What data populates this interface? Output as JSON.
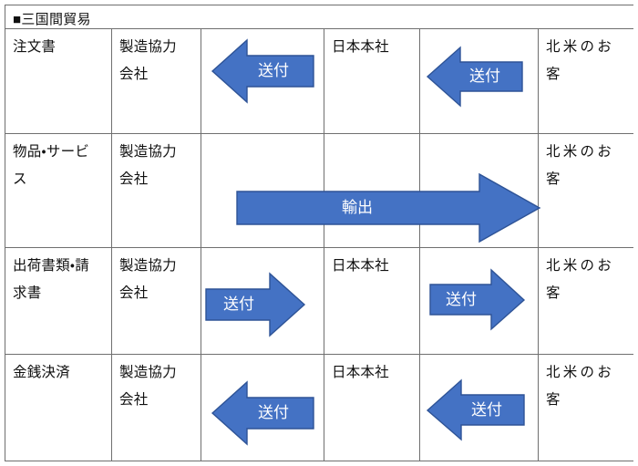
{
  "document": {
    "title": "■三国間貿易",
    "title_marker": "■",
    "title_text": "三国間貿易"
  },
  "colors": {
    "arrow_fill": "#4472C4",
    "arrow_stroke": "#2E5396",
    "table_border": "#6F6F6F",
    "text": "#111111",
    "arrow_label_text": "#FFFFFF",
    "background": "#FFFFFF"
  },
  "table": {
    "column_count": 6,
    "rows": [
      {
        "name": "order-form",
        "label": "注文書",
        "party_left": "製造協力会社",
        "party_middle": "日本本社",
        "party_right": "北米のお客",
        "arrows": [
          {
            "label": "送付",
            "direction": "left",
            "cell": "c3"
          },
          {
            "label": "送付",
            "direction": "left",
            "cell": "c5"
          }
        ]
      },
      {
        "name": "goods-and-services",
        "label": "物品・サービス",
        "party_left": "製造協力会社",
        "party_middle": "",
        "party_right": "北米のお客",
        "arrows": [
          {
            "label": "輸出",
            "direction": "right",
            "cell": "span-c3-c5"
          }
        ]
      },
      {
        "name": "shipping-documents-invoice",
        "label": "出荷書類・請求書",
        "party_left": "製造協力会社",
        "party_middle": "日本本社",
        "party_right": "北米のお客",
        "arrows": [
          {
            "label": "送付",
            "direction": "right",
            "cell": "c3"
          },
          {
            "label": "送付",
            "direction": "right",
            "cell": "c5"
          }
        ]
      },
      {
        "name": "monetary-settlement",
        "label": "金銭決済",
        "party_left": "製造協力会社",
        "party_middle": "日本本社",
        "party_right": "北米のお客",
        "arrows": [
          {
            "label": "送付",
            "direction": "left",
            "cell": "c3"
          },
          {
            "label": "送付",
            "direction": "left",
            "cell": "c5"
          }
        ]
      }
    ]
  },
  "arrow_labels": {
    "send": "送付",
    "export": "輸出"
  },
  "parties": {
    "manufacturer": "製造協力会社",
    "manufacturer_line1": "製造協力",
    "manufacturer_line2": "会社",
    "japan_hq": "日本本社",
    "north_america_customer": "北米のお客",
    "north_america_customer_line1": "北米のお",
    "north_america_customer_line2": "客"
  },
  "row_labels": {
    "r1": "注文書",
    "r2_line1": "物品・サービ",
    "r2_line2": "ス",
    "r3_line1": "出荷書類・請",
    "r3_line2": "求書",
    "r4": "金銭決済"
  }
}
